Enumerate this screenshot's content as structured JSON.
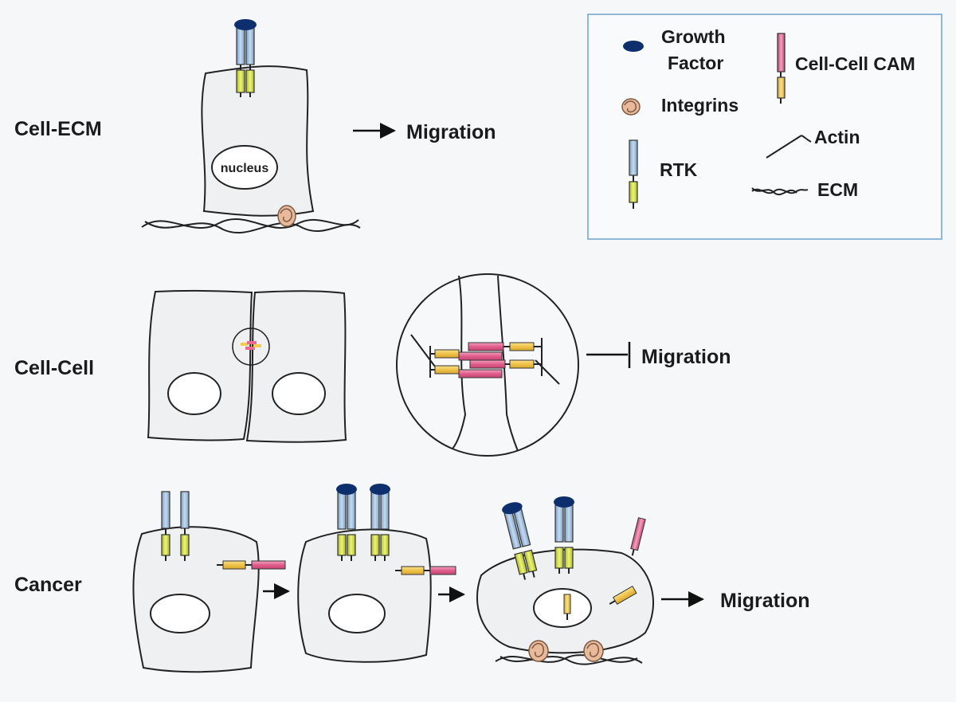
{
  "colors": {
    "background": "#f5f7f9",
    "growth_factor": "#0d2f6e",
    "rtk_top": "#a9c6e6",
    "rtk_bottom": "#d9e84c",
    "cam_pink": "#e86a94",
    "cam_yellow": "#f0cc50",
    "integrin": "#e9b99a",
    "legend_border": "#8fb8d6"
  },
  "rows": {
    "ecm_label": "Cell-ECM",
    "cell_label": "Cell-Cell",
    "cancer_label": "Cancer"
  },
  "nucleus_label": "nucleus",
  "migration": {
    "ecm": "Migration",
    "cell": "Migration",
    "cancer": "Migration"
  },
  "legend": {
    "growth_factor_line1": "Growth",
    "growth_factor_line2": "Factor",
    "integrins": "Integrins",
    "rtk": "RTK",
    "cam": "Cell-Cell CAM",
    "actin": "Actin",
    "ecm": "ECM"
  }
}
